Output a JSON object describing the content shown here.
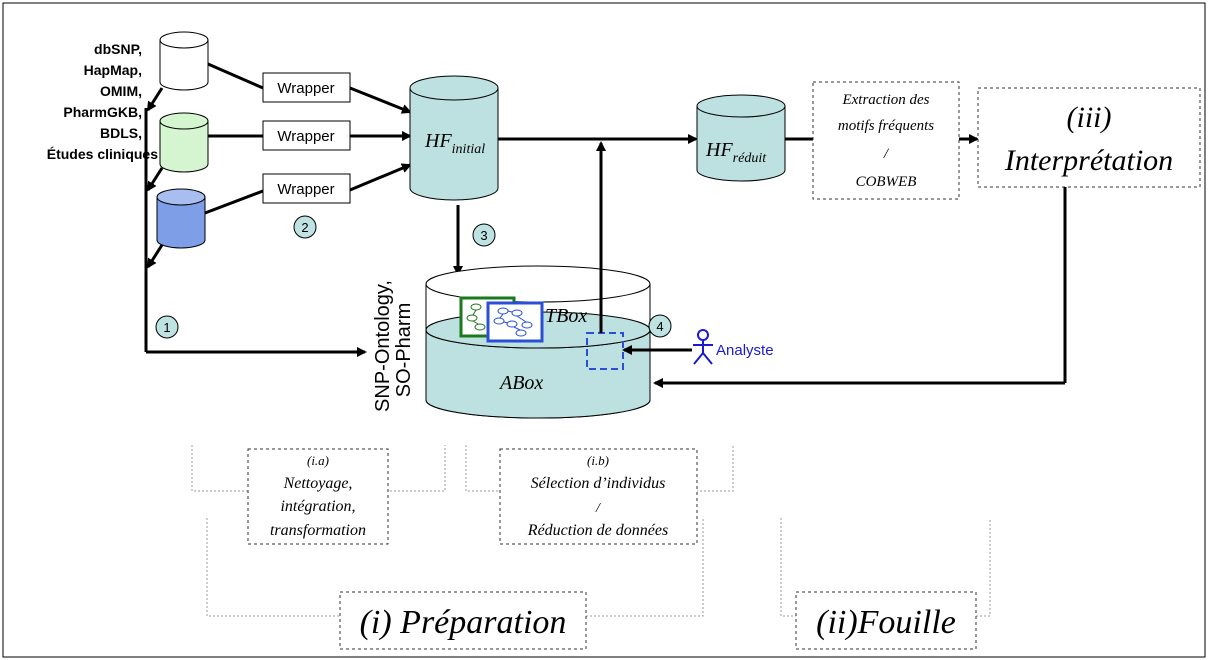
{
  "sources": {
    "lines": [
      "dbSNP,",
      "HapMap,",
      "OMIM,",
      "PharmGKB,",
      "BDLS,",
      "Études cliniques"
    ]
  },
  "wrappers": [
    "Wrapper",
    "Wrapper",
    "Wrapper"
  ],
  "hf_initial": {
    "main": "HF",
    "sub": "initial"
  },
  "hf_reduit": {
    "main": "HF",
    "sub": "réduit"
  },
  "extraction": {
    "lines": [
      "Extraction des",
      "motifs fréquents",
      "/",
      "COBWEB"
    ]
  },
  "interpretation": {
    "lines": [
      "(iii)",
      "Interprétation"
    ]
  },
  "ontology": {
    "label1": "SNP-Ontology,",
    "label2": "SO-Pharm",
    "tbox": "TBox",
    "abox": "ABox"
  },
  "analyste": "Analyste",
  "steps": [
    "1",
    "2",
    "3",
    "4"
  ],
  "phase_ia": {
    "lines": [
      "(i.a)",
      "Nettoyage,",
      "intégration,",
      "transformation"
    ]
  },
  "phase_ib": {
    "lines": [
      "(i.b)",
      "Sélection d’individus",
      "/",
      "Réduction de données"
    ]
  },
  "preparation": "(i) Préparation",
  "fouille": "(ii)Fouille",
  "colors": {
    "db_white": "#ffffff",
    "db_green": "#d4f5cf",
    "db_blue": "#7f9ee8",
    "cylinder": "#bde0e0",
    "step_circle": "#bfe3e3",
    "tbox_green": "#1a7a1a",
    "tbox_blue": "#2a4fd6",
    "analyste": "#1a1ad0"
  }
}
